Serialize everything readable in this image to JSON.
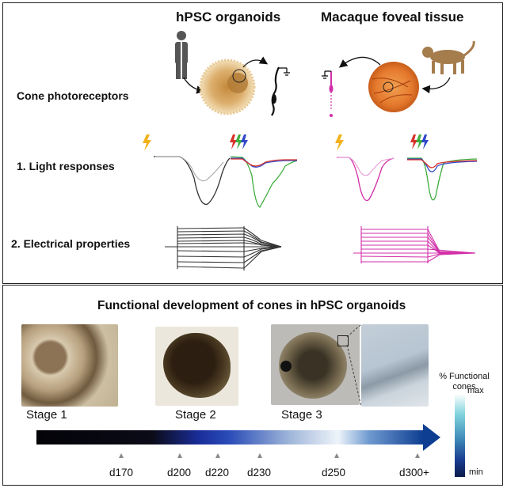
{
  "top": {
    "headers": {
      "organoids": "hPSC organoids",
      "macaque": "Macaque foveal tissue"
    },
    "rows": {
      "cone": "Cone photoreceptors",
      "light": "1. Light responses",
      "electrical": "2. Electrical properties"
    }
  },
  "bottom": {
    "title": "Functional development of cones in hPSC organoids",
    "stages": [
      "Stage 1",
      "Stage 2",
      "Stage 3"
    ],
    "days": [
      "d170",
      "d200",
      "d220",
      "d230",
      "d250",
      "d300+"
    ],
    "legend": {
      "title": "% Functional cones",
      "max": "max",
      "min": "min"
    }
  },
  "colors": {
    "organoid_trace": "#333333",
    "macaque_trace": "#d22fa8",
    "green_trace": "#3fae3f",
    "blue_trace": "#3047c8",
    "red_trace": "#d9302a",
    "flash": "#f2b21c",
    "organoid_body": "#d9a760",
    "retina": "#e9803a",
    "arrow_dark": "#0b0b18",
    "arrow_mid": "#1a2d9a",
    "arrow_light": "#eef4fa"
  }
}
